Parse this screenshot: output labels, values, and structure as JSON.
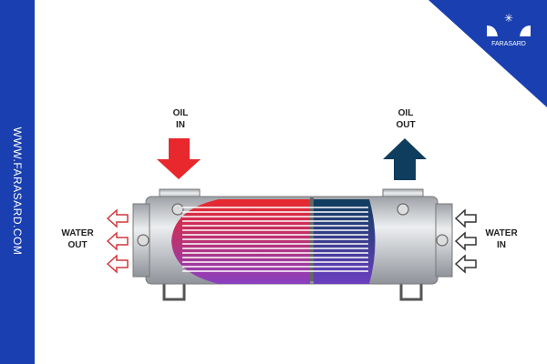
{
  "brand": {
    "url": "WWW.FARASARD.COM",
    "logo_text": "FARASARD",
    "color": "#1a3fb0"
  },
  "labels": {
    "oil_in": [
      "OIL",
      "IN"
    ],
    "oil_out": [
      "OIL",
      "OUT"
    ],
    "water_out": [
      "WATER",
      "OUT"
    ],
    "water_in": [
      "WATER",
      "IN"
    ]
  },
  "colors": {
    "hot_oil": "#e8282c",
    "cold_oil": "#0e3d5e",
    "water": "#8a3fc0",
    "shell": "#c9ccd1"
  }
}
